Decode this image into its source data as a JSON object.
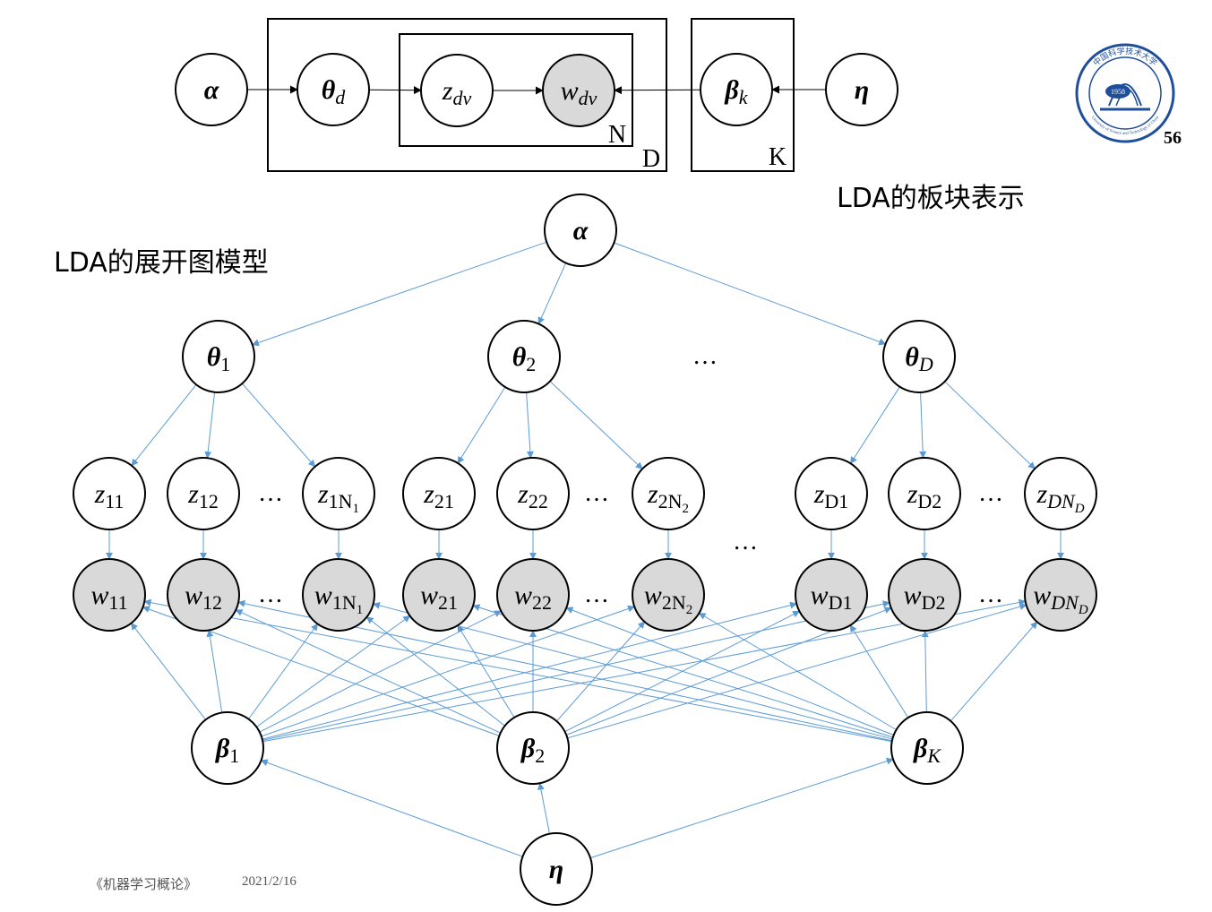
{
  "plate": {
    "nodes": {
      "alpha": "α",
      "theta": {
        "base": "θ",
        "sub": "d"
      },
      "z": {
        "base": "z",
        "sub": "dv"
      },
      "w": {
        "base": "w",
        "sub": "dv"
      },
      "beta": {
        "base": "β",
        "sub": "k"
      },
      "eta": "η"
    },
    "plate_labels": {
      "N": "N",
      "D": "D",
      "K": "K"
    },
    "caption": "LDA的板块表示"
  },
  "unrolled": {
    "caption": "LDA的展开图模型",
    "alpha": "α",
    "eta": "η",
    "thetas": [
      {
        "base": "θ",
        "sub": "1"
      },
      {
        "base": "θ",
        "sub": "2"
      },
      {
        "base": "θ",
        "sub": "D"
      }
    ],
    "z_nodes": [
      {
        "base": "z",
        "sub": "11"
      },
      {
        "base": "z",
        "sub": "12"
      },
      {
        "base": "z",
        "sub": "1N",
        "subsub": "1"
      },
      {
        "base": "z",
        "sub": "21"
      },
      {
        "base": "z",
        "sub": "22"
      },
      {
        "base": "z",
        "sub": "2N",
        "subsub": "2"
      },
      {
        "base": "z",
        "sub": "D1"
      },
      {
        "base": "z",
        "sub": "D2"
      },
      {
        "base": "z",
        "sub": "DN",
        "subsub": "D"
      }
    ],
    "w_nodes": [
      {
        "base": "w",
        "sub": "11"
      },
      {
        "base": "w",
        "sub": "12"
      },
      {
        "base": "w",
        "sub": "1N",
        "subsub": "1"
      },
      {
        "base": "w",
        "sub": "21"
      },
      {
        "base": "w",
        "sub": "22"
      },
      {
        "base": "w",
        "sub": "2N",
        "subsub": "2"
      },
      {
        "base": "w",
        "sub": "D1"
      },
      {
        "base": "w",
        "sub": "D2"
      },
      {
        "base": "w",
        "sub": "DN",
        "subsub": "D"
      }
    ],
    "betas": [
      {
        "base": "β",
        "sub": "1"
      },
      {
        "base": "β",
        "sub": "2"
      },
      {
        "base": "β",
        "sub": "K"
      }
    ],
    "ellipsis": "…"
  },
  "colors": {
    "edge_blue": "#5b9bd5",
    "observed_fill": "#d9d9d9",
    "stroke": "#000000"
  },
  "logo": {
    "text": "中国科学技术大学",
    "year": "1958",
    "en": "University of Science and Technology of China"
  },
  "footer": {
    "course": "《机器学习概论》",
    "date": "2021/2/16"
  },
  "page_number": "56"
}
